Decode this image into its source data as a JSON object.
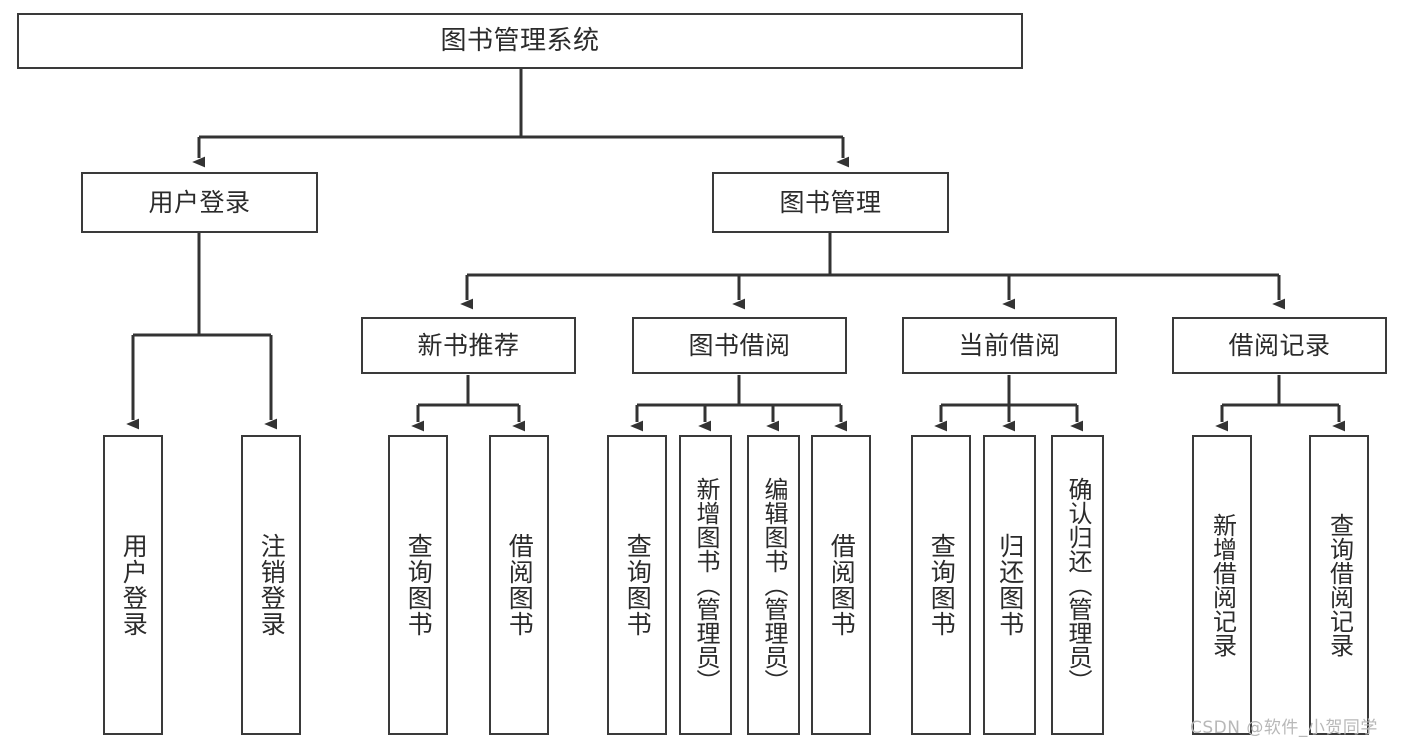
{
  "diagram": {
    "title": "图书管理系统",
    "watermark": "CSDN @软件_小贺同学",
    "colors": {
      "background": "#ffffff",
      "node_border": "#3a3a3a",
      "node_fill": "#ffffff",
      "connector": "#333333",
      "text": "#2b2b2b",
      "watermark": "#b8b8b8"
    },
    "root": {
      "label": "图书管理系统"
    },
    "level2": [
      {
        "label": "用户登录"
      },
      {
        "label": "图书管理"
      }
    ],
    "level3": [
      {
        "label": "新书推荐"
      },
      {
        "label": "图书借阅"
      },
      {
        "label": "当前借阅"
      },
      {
        "label": "借阅记录"
      }
    ],
    "leaves": {
      "user_login": [
        {
          "label": "用户登录"
        },
        {
          "label": "注销登录"
        }
      ],
      "new_book_recommend": [
        {
          "label": "查询图书"
        },
        {
          "label": "借阅图书"
        }
      ],
      "book_borrow": [
        {
          "label": "查询图书"
        },
        {
          "label": "新增图书（管理员）"
        },
        {
          "label": "编辑图书（管理员）"
        },
        {
          "label": "借阅图书"
        }
      ],
      "current_borrow": [
        {
          "label": "查询图书"
        },
        {
          "label": "归还图书"
        },
        {
          "label": "确认归还（管理员）"
        }
      ],
      "borrow_record": [
        {
          "label": "新增借阅记录"
        },
        {
          "label": "查询借阅记录"
        }
      ]
    }
  }
}
